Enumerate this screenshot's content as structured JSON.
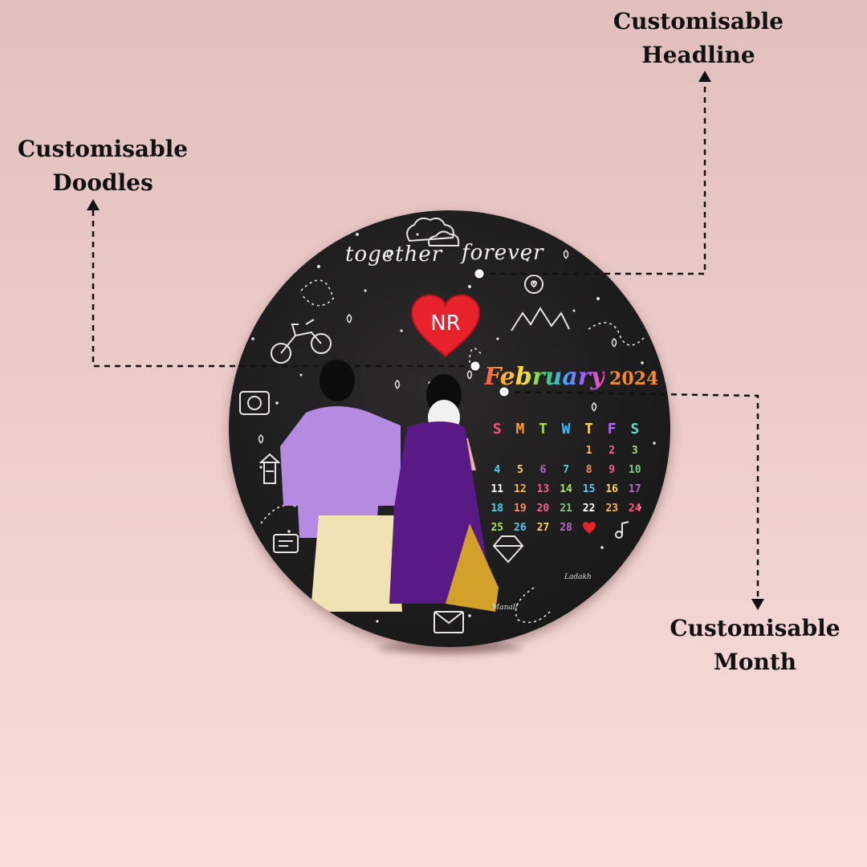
{
  "callouts": {
    "headline": [
      "Customisable",
      "Headline"
    ],
    "doodles": [
      "Customisable",
      "Doodles"
    ],
    "month": [
      "Customisable",
      "Month"
    ]
  },
  "frame": {
    "headline_left": "together",
    "headline_right": "forever",
    "monogram": "NR",
    "month": "February",
    "year": "2024",
    "places": [
      "Ladakh",
      "Manali"
    ]
  },
  "calendar": {
    "weekdays": [
      "S",
      "M",
      "T",
      "W",
      "T",
      "F",
      "S"
    ],
    "weekday_colors": [
      "#ff4f7a",
      "#ff9a3c",
      "#a6e22e",
      "#3ec0ff",
      "#ffd23f",
      "#b36bff",
      "#5ee0c8"
    ],
    "weeks": [
      [
        "",
        "",
        "",
        "",
        "1",
        "2",
        "3"
      ],
      [
        "4",
        "5",
        "6",
        "7",
        "8",
        "9",
        "10"
      ],
      [
        "11",
        "12",
        "13",
        "14",
        "15",
        "16",
        "17"
      ],
      [
        "18",
        "19",
        "20",
        "21",
        "22",
        "23",
        "24"
      ],
      [
        "25",
        "26",
        "27",
        "28",
        "heart",
        "",
        ""
      ]
    ],
    "day_colors": [
      "#ffb347",
      "#ff5c8a",
      "#a8e063",
      "#56ccf2",
      "#ffd54f",
      "#ba68c8",
      "#4dd0e1",
      "#ff8a65",
      "#f06292",
      "#81c784",
      "#ffffff"
    ]
  },
  "colors": {
    "heart": "#e8222a",
    "shirt": "#b48be0",
    "dhoti": "#efe3b4",
    "saree": "#5a1a86",
    "saree_border": "#d3a02a"
  }
}
